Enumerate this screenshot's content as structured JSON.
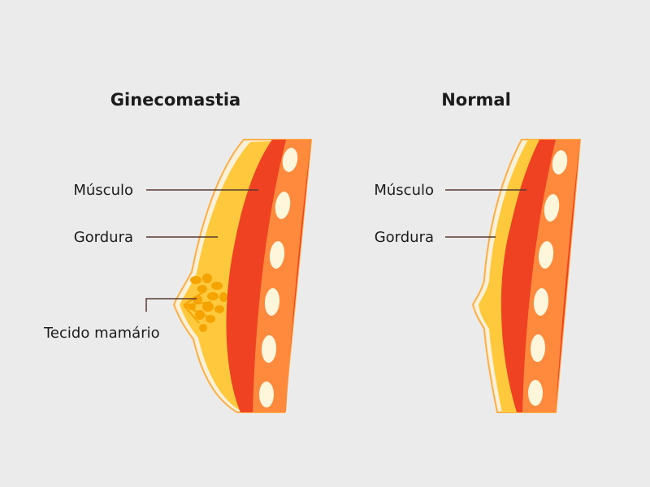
{
  "gynecomastia": {
    "title": "Ginecomastia",
    "labels": {
      "muscle": "Músculo",
      "fat": "Gordura",
      "tissue": "Tecido mamário"
    }
  },
  "normal": {
    "title": "Normal",
    "labels": {
      "muscle": "Músculo",
      "fat": "Gordura"
    }
  },
  "colors": {
    "background": "#ebebeb",
    "skin_outline": "#fdf0d8",
    "fat": "#ffc83d",
    "fat_edge": "#ffad45",
    "muscle": "#ef4223",
    "rib_band": "#ff8a3d",
    "rib": "#fff6dc",
    "gland": "#f5a300",
    "leader": "#5a3a33"
  }
}
